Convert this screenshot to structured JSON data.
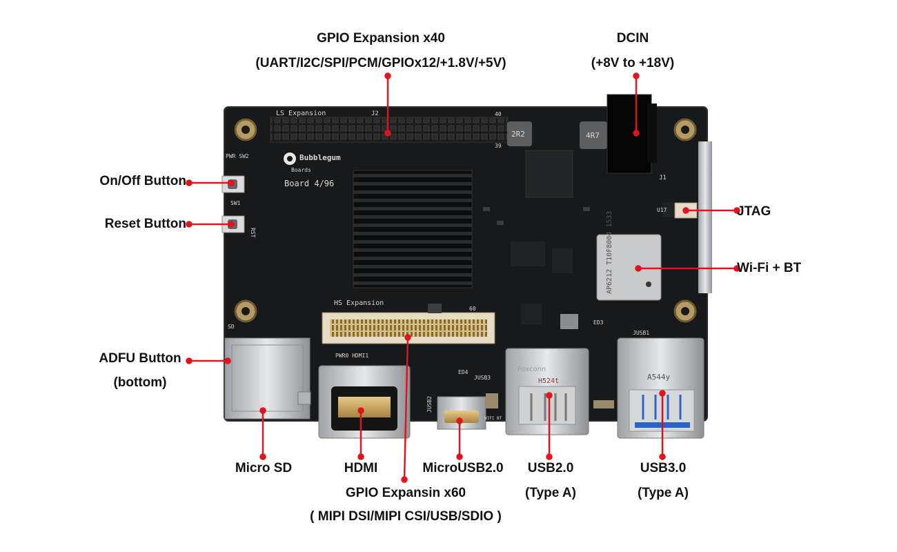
{
  "labels": {
    "gpio40_title": "GPIO Expansion x40",
    "gpio40_sub": "(UART/I2C/SPI/PCM/GPIOx12/+1.8V/+5V)",
    "dcin_title": "DCIN",
    "dcin_sub": "(+8V to +18V)",
    "onoff": "On/Off Button",
    "reset": "Reset Button",
    "jtag": "JTAG",
    "wifi": "Wi-Fi + BT",
    "adfu_title": "ADFU Button",
    "adfu_sub": "(bottom)",
    "microsd": "Micro SD",
    "hdmi": "HDMI",
    "microusb": "MicroUSB2.0",
    "usb2_title": "USB2.0",
    "usb2_sub": "(Type A)",
    "usb3_title": "USB3.0",
    "usb3_sub": "(Type A)",
    "gpio60_title": "GPIO Expansin x60",
    "gpio60_sub": "( MIPI DSI/MIPI CSI/USB/SDIO )"
  },
  "board_silkscreen": {
    "ls_expansion": "LS Expansion",
    "j2": "J2",
    "pin40": "40",
    "pin39": "39",
    "brand": "Bubblegum",
    "boards": "Boards",
    "board_model": "Board 4/96",
    "hs_expansion": "HS Expansion",
    "pin60": "60",
    "pwr_sw2": "PWR SW2",
    "sw1": "SW1",
    "rst": "RST",
    "sd": "SD",
    "j1": "J1",
    "u17": "U17",
    "inductor1": "2R2",
    "inductor2": "4R7",
    "wifi_chip": "AP6212 T10F8004 1533",
    "pwr_hdmi": "PWR0 HDMI1",
    "ed4": "ED4",
    "jusb3": "JUSB3",
    "jusb2": "JUSB2",
    "ed3": "ED3",
    "jusb1": "JUSB1",
    "usb2_mark": "H524t",
    "usb2_brand": "Foxconn",
    "usb3_mark": "A544y",
    "wifi_bt_silk": "WIFI BT"
  },
  "colors": {
    "pointer": "#e0141e",
    "board": "#17191b",
    "metal": "#c9cbcd"
  }
}
